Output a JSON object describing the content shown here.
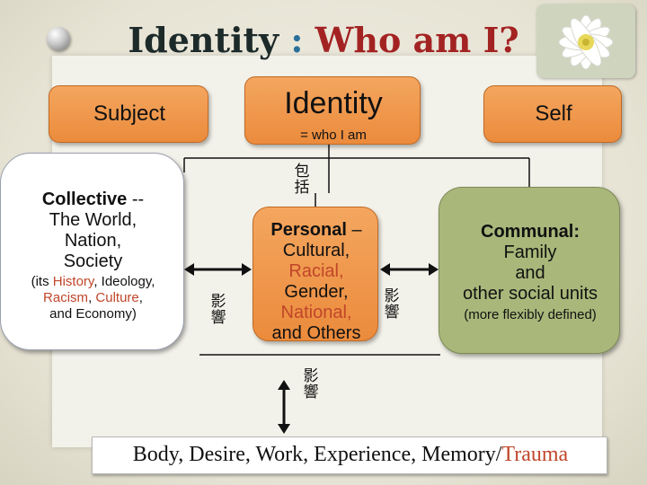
{
  "title": {
    "main": "Identity",
    "colon": " : ",
    "question": "Who am I?"
  },
  "top_row": {
    "subject": "Subject",
    "identity": "Identity",
    "identity_sub": "= who I am",
    "self": "Self"
  },
  "collective": {
    "heading_bold": "Collective",
    "heading_rest": " --",
    "lines": [
      "The World,",
      "Nation,",
      "Society"
    ],
    "paren_open": "(its ",
    "history": "History",
    "comma1": ", Ideology,",
    "racism": "Racism",
    "comma2": ", ",
    "culture": "Culture",
    "comma3": ",",
    "economy": "and Economy)"
  },
  "personal": {
    "heading_bold": "Personal",
    "heading_rest": " –",
    "line1": "Cultural,",
    "racial": "Racial,",
    "line3": "Gender,",
    "national": "National,",
    "line5": "and Others"
  },
  "communal": {
    "heading": "Communal:",
    "line1": "Family",
    "line2": "and",
    "line3": "other social units",
    "note": "(more flexibly defined)"
  },
  "connectors": {
    "include_top": "包",
    "include_bottom": "括",
    "influence_top": "影",
    "influence_bottom": "響"
  },
  "body_bar": {
    "text": "Body, Desire, Work, Experience, Memory/",
    "trauma": "Trauma"
  },
  "colors": {
    "accent_orange": "#eb8b3c",
    "communal_green": "#a9b77a",
    "title_question_red": "#a32323",
    "highlight_text": "#c0462a"
  }
}
